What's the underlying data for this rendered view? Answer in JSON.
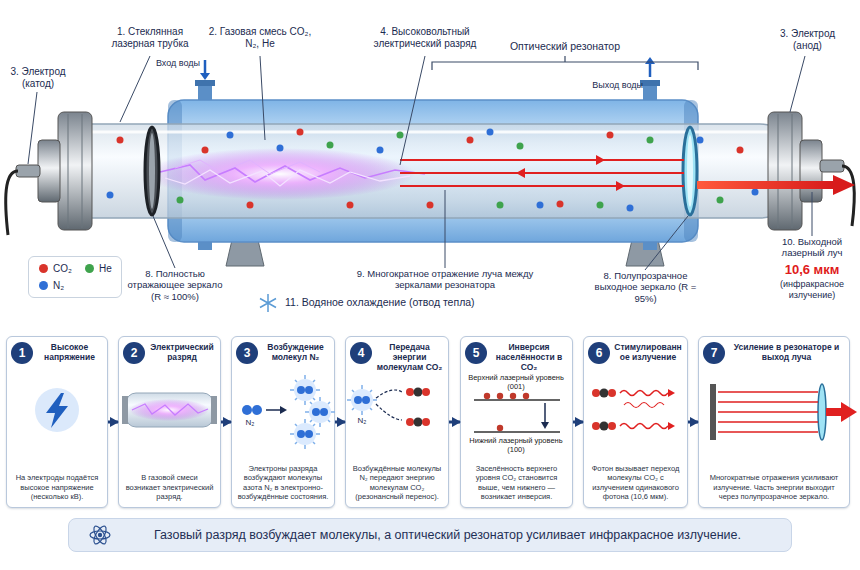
{
  "diagram": {
    "caption": "Газовый разряд возбуждает молекулы, а оптический резонатор усиливает инфракрасное излучение.",
    "nodes": [
      {
        "text": [
          "Высокое напряжение",
          "На электроды подаётся высокое напряжение (несколько кВ)."
        ]
      },
      {
        "text": [
          "1"
        ],
        "in": 0
      },
      {
        "text": [
          "Электрический разряд",
          "В газовой смеси возникает электрический разряд."
        ]
      },
      {
        "text": [
          "2"
        ],
        "in": 2
      },
      {
        "text": [
          "Возбуждение молекул N₂",
          "Электроны разряда возбуждают молекулы азота N₂ в электронно-возбуждённые состояния."
        ]
      },
      {
        "text": [
          "3"
        ],
        "in": 4
      },
      {
        "text": [
          "Передача энергии молекулам CO₂",
          "Возбуждённые молекулы N₂ передают энергию молекулам CO₂ (резонансный перенос)."
        ]
      },
      {
        "text": [
          "4"
        ],
        "in": 6
      },
      {
        "text": [
          "Инверсия населённости в CO₂",
          "Заселённость верхнего уровня CO₂ становится выше, чем нижнего — возникает инверсия."
        ]
      },
      {
        "text": [
          "5"
        ],
        "in": 8
      },
      {
        "text": [
          "Стимулированное излучение",
          "Фотон вызывает переход молекулы CO₂ с излучением одинакового фотона (10,6 мкм)."
        ]
      },
      {
        "text": [
          "6"
        ],
        "in": 10
      },
      {
        "text": [
          "Усиление в резонаторе и выход луча",
          "Многократные отражения усиливают излучение. Часть энергии выходит через полупрозрачное зеркало."
        ]
      },
      {
        "text": [
          "7"
        ],
        "in": 12
      }
    ],
    "edges": [
      {
        "from": 0,
        "to": 2,
        "arrow": "to"
      },
      {
        "from": 2,
        "to": 4,
        "arrow": "to"
      },
      {
        "from": 4,
        "to": 6,
        "arrow": "to"
      },
      {
        "from": 6,
        "to": 8,
        "arrow": "to"
      },
      {
        "from": 8,
        "to": 10,
        "arrow": "to"
      },
      {
        "from": 10,
        "to": 12,
        "arrow": "to"
      }
    ],
    "labels": [
      "1. Стеклянная лазерная трубка",
      "2. Газовая смесь CO₂, N₂, He",
      "4. Высоковольтный электрический разряд",
      "Оптический резонатор",
      "3. Электрод (анод)",
      "3. Электрод (катод)",
      "Вход воды",
      "Выход воды",
      "8. Полностью отражающее зеркало (R ≈ 100%)",
      "9. Многократное отражение луча между зеркалами резонатора",
      "8. Полупрозрачное выходное зеркало (R = 95%)",
      "10. Выходной лазерный луч",
      "10,6 мкм",
      "(инфракрасное излучение)",
      "11. Водяное охлаждение (отвод тепла)",
      "Верхний лазерный уровень (001)",
      "Нижний лазерный уровень (100)",
      "N₂",
      "N₂"
    ],
    "legend": [
      {
        "text": "CO₂",
        "color": "#d9342b"
      },
      {
        "text": "He",
        "color": "#3fa34d"
      },
      {
        "text": "N₂",
        "color": "#2f6fd6"
      }
    ]
  }
}
